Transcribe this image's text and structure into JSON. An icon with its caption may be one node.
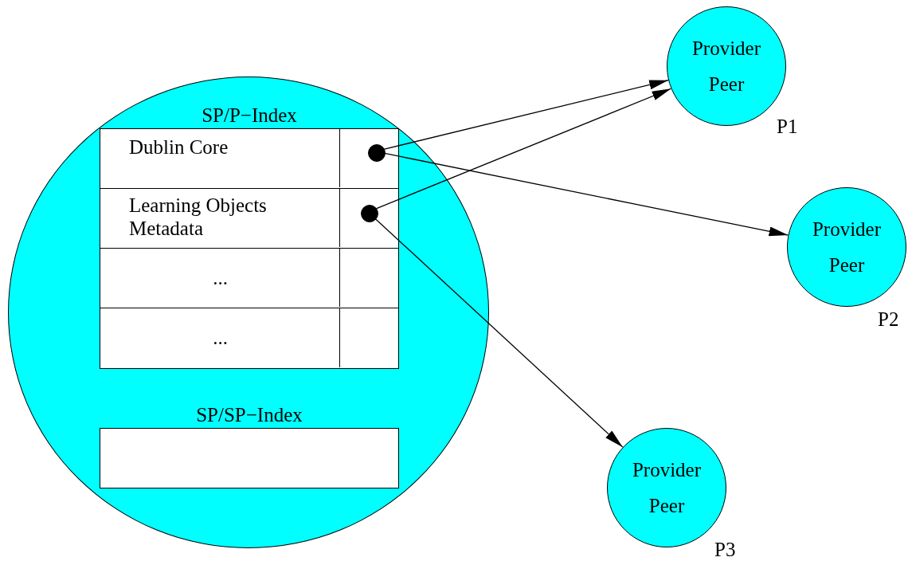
{
  "diagram": {
    "nodes": [
      {
        "text": [],
        "shape": "circle"
      },
      {
        "text": [
          "SP/P−Index"
        ],
        "in": 0
      },
      {
        "text": [
          "Dublin Core"
        ],
        "in": 1
      },
      {
        "text": [],
        "shape": "circle",
        "in": 2
      },
      {
        "text": [
          "Learning Objects Metadata"
        ],
        "in": 1
      },
      {
        "text": [],
        "shape": "circle",
        "in": 4
      },
      {
        "text": [
          "..."
        ],
        "in": 1
      },
      {
        "text": [
          "..."
        ],
        "in": 1
      },
      {
        "text": [
          "SP/SP−Index"
        ],
        "in": 0
      },
      {
        "text": [
          "Provider Peer"
        ],
        "beside": [
          "P1"
        ]
      },
      {
        "text": [
          "Provider Peer"
        ],
        "beside": [
          "P2"
        ]
      },
      {
        "text": [
          "Provider Peer"
        ],
        "beside": [
          "P3"
        ]
      }
    ],
    "edges": [
      {
        "from": 3,
        "to": 9,
        "arrow": "to"
      },
      {
        "from": 3,
        "to": 10,
        "arrow": "to"
      },
      {
        "from": 5,
        "to": 9,
        "arrow": "to"
      },
      {
        "from": 5,
        "to": 11,
        "arrow": "to"
      }
    ]
  }
}
